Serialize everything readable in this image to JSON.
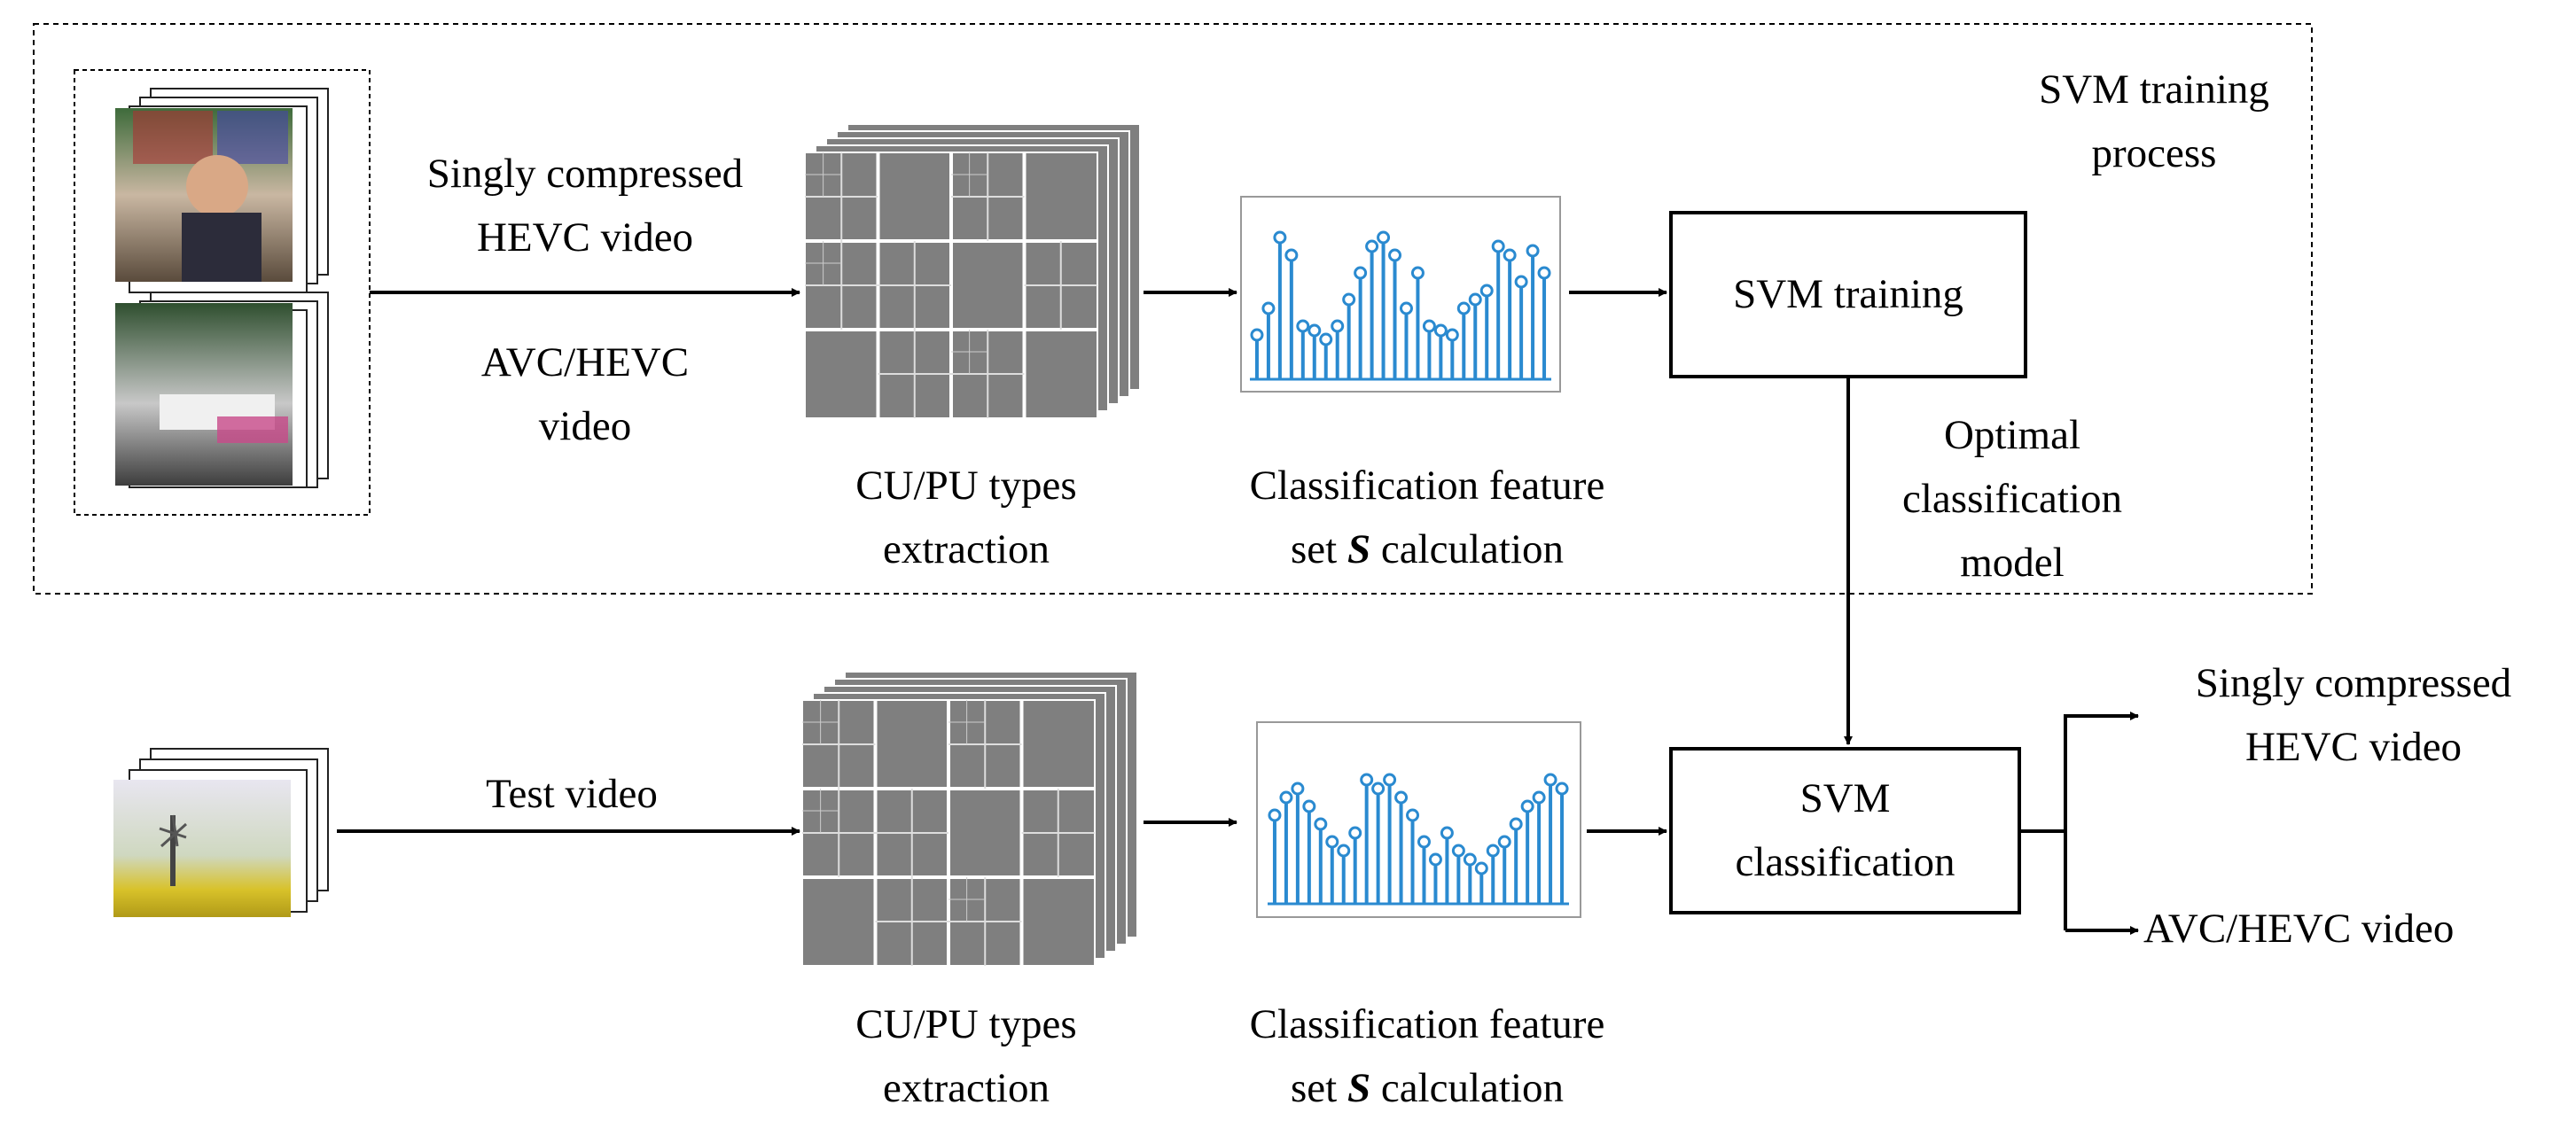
{
  "training_region": {
    "title_line1": "SVM training",
    "title_line2": "process"
  },
  "training_input": {
    "label_singly_line1": "Singly compressed",
    "label_singly_line2": "HEVC video",
    "label_double_line1": "AVC/HEVC",
    "label_double_line2": "video"
  },
  "cu_pu_top": {
    "line1": "CU/PU types",
    "line2": "extraction"
  },
  "feature_top": {
    "line1": "Classification feature",
    "line2_pre": "set ",
    "line2_var": "S",
    "line2_post": " calculation"
  },
  "svm_training": {
    "label": "SVM training"
  },
  "optimal_model": {
    "line1": "Optimal",
    "line2": "classification",
    "line3": "model"
  },
  "test_input": {
    "label": "Test video"
  },
  "cu_pu_bottom": {
    "line1": "CU/PU types",
    "line2": "extraction"
  },
  "feature_bottom": {
    "line1": "Classification feature",
    "line2_pre": "set ",
    "line2_var": "S",
    "line2_post": " calculation"
  },
  "svm_classification": {
    "line1": "SVM",
    "line2": "classification"
  },
  "outputs": {
    "singly_line1": "Singly compressed",
    "singly_line2": "HEVC video",
    "double": "AVC/HEVC video"
  },
  "colors": {
    "stem": "#2a8ad0",
    "block_gray": "#7f7f7f",
    "frame_border": "#000000"
  },
  "icons": [
    "sequence-thumbnails-icon",
    "partition-map-icon",
    "stem-plot-icon",
    "arrow-icon"
  ]
}
